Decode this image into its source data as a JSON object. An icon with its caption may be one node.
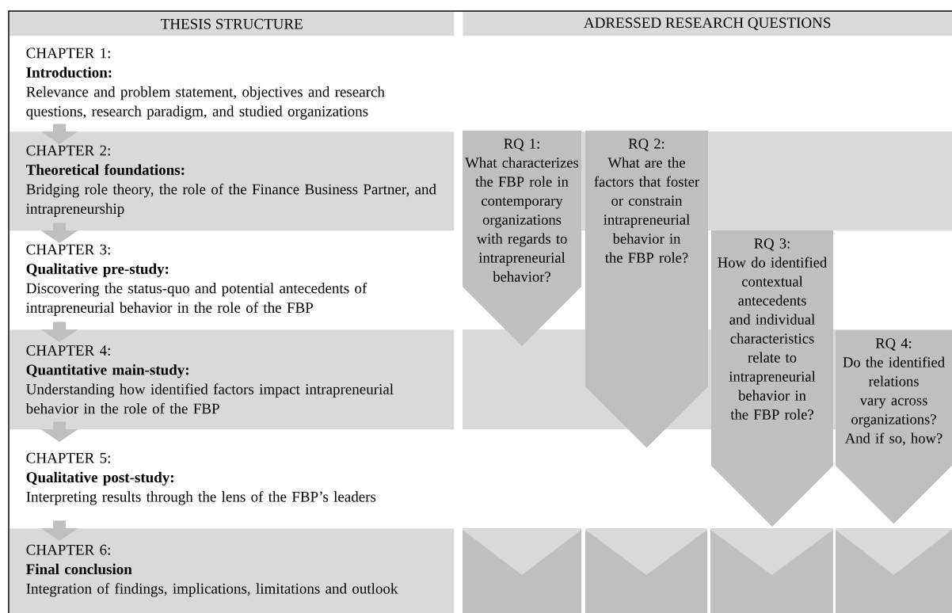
{
  "diagram": {
    "nodes": [
      {
        "text": [
          "THESIS STRUCTURE"
        ]
      },
      {
        "text": [
          "ADRESSED RESEARCH QUESTIONS"
        ]
      },
      {
        "text": [
          "CHAPTER 1:",
          "Introduction:",
          "Relevance and problem statement, objectives and research questions, research paradigm, and studied organizations"
        ]
      },
      {
        "text": [
          "CHAPTER 2:",
          "Theoretical foundations:",
          "Bridging role theory, the role of the Finance Business Partner, and intrapreneurship"
        ]
      },
      {
        "text": [
          "CHAPTER 3:",
          "Qualitative pre-study:",
          "Discovering the status-quo and potential antecedents of intrapreneurial behavior in the role of the FBP"
        ]
      },
      {
        "text": [
          "CHAPTER 4:",
          "Quantitative main-study:",
          "Understanding how identified factors impact intrapreneurial behavior in the role of the FBP"
        ]
      },
      {
        "text": [
          "CHAPTER 5:",
          "Qualitative post-study:",
          "Interpreting results through the lens of the FBP’s leaders"
        ]
      },
      {
        "text": [
          "CHAPTER 6:",
          "Final conclusion",
          "Integration of findings, implications, limitations and outlook"
        ]
      },
      {
        "text": [
          "RQ 1:",
          "What characterizes the FBP role in contemporary organizations with regards to intrapreneurial behavior?"
        ]
      },
      {
        "text": [
          "RQ 2:",
          "What are the factors that foster or constrain intrapreneurial behavior in the FBP role?"
        ]
      },
      {
        "text": [
          "RQ 3:",
          "How do identified contextual antecedents and individual characteristics relate to intrapreneurial behavior in the FBP role?"
        ]
      },
      {
        "text": [
          "RQ 4:",
          "Do the identified relations vary across organizations? And if so, how?"
        ]
      },
      {
        "text": [],
        "shape": "chevron"
      },
      {
        "text": [],
        "shape": "chevron"
      },
      {
        "text": [],
        "shape": "chevron"
      },
      {
        "text": [],
        "shape": "chevron"
      }
    ],
    "edges": [
      {
        "from": 2,
        "to": 3,
        "arrow": "to"
      },
      {
        "from": 3,
        "to": 4,
        "arrow": "to"
      },
      {
        "from": 4,
        "to": 5,
        "arrow": "to"
      },
      {
        "from": 5,
        "to": 6,
        "arrow": "to"
      },
      {
        "from": 6,
        "to": 7,
        "arrow": "to"
      }
    ]
  }
}
